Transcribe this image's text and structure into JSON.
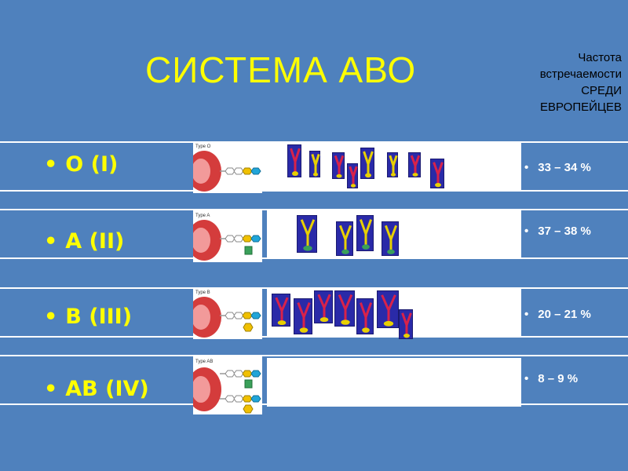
{
  "title": "СИСТЕМА АВО",
  "frequency_header": [
    "Частота",
    "встречаемости",
    "СРЕДИ",
    "ЕВРОПЕЙЦЕВ"
  ],
  "colors": {
    "background": "#4f81bd",
    "title": "#ffff00",
    "text": "#ffffff"
  },
  "rows": [
    {
      "label": "O (I)",
      "type_label": "Type O",
      "greek": "αβ",
      "percent": "33 – 34 %"
    },
    {
      "label": "A (II)",
      "type_label": "Type A",
      "greek": "β",
      "percent": "37 – 38 %"
    },
    {
      "label": "B (III)",
      "type_label": "Type B",
      "greek": "α",
      "percent": "20 – 21 %"
    },
    {
      "label": "AB (IV)",
      "type_label": "Type AB",
      "greek": "",
      "percent": "8 – 9 %"
    }
  ],
  "bullet": "•"
}
